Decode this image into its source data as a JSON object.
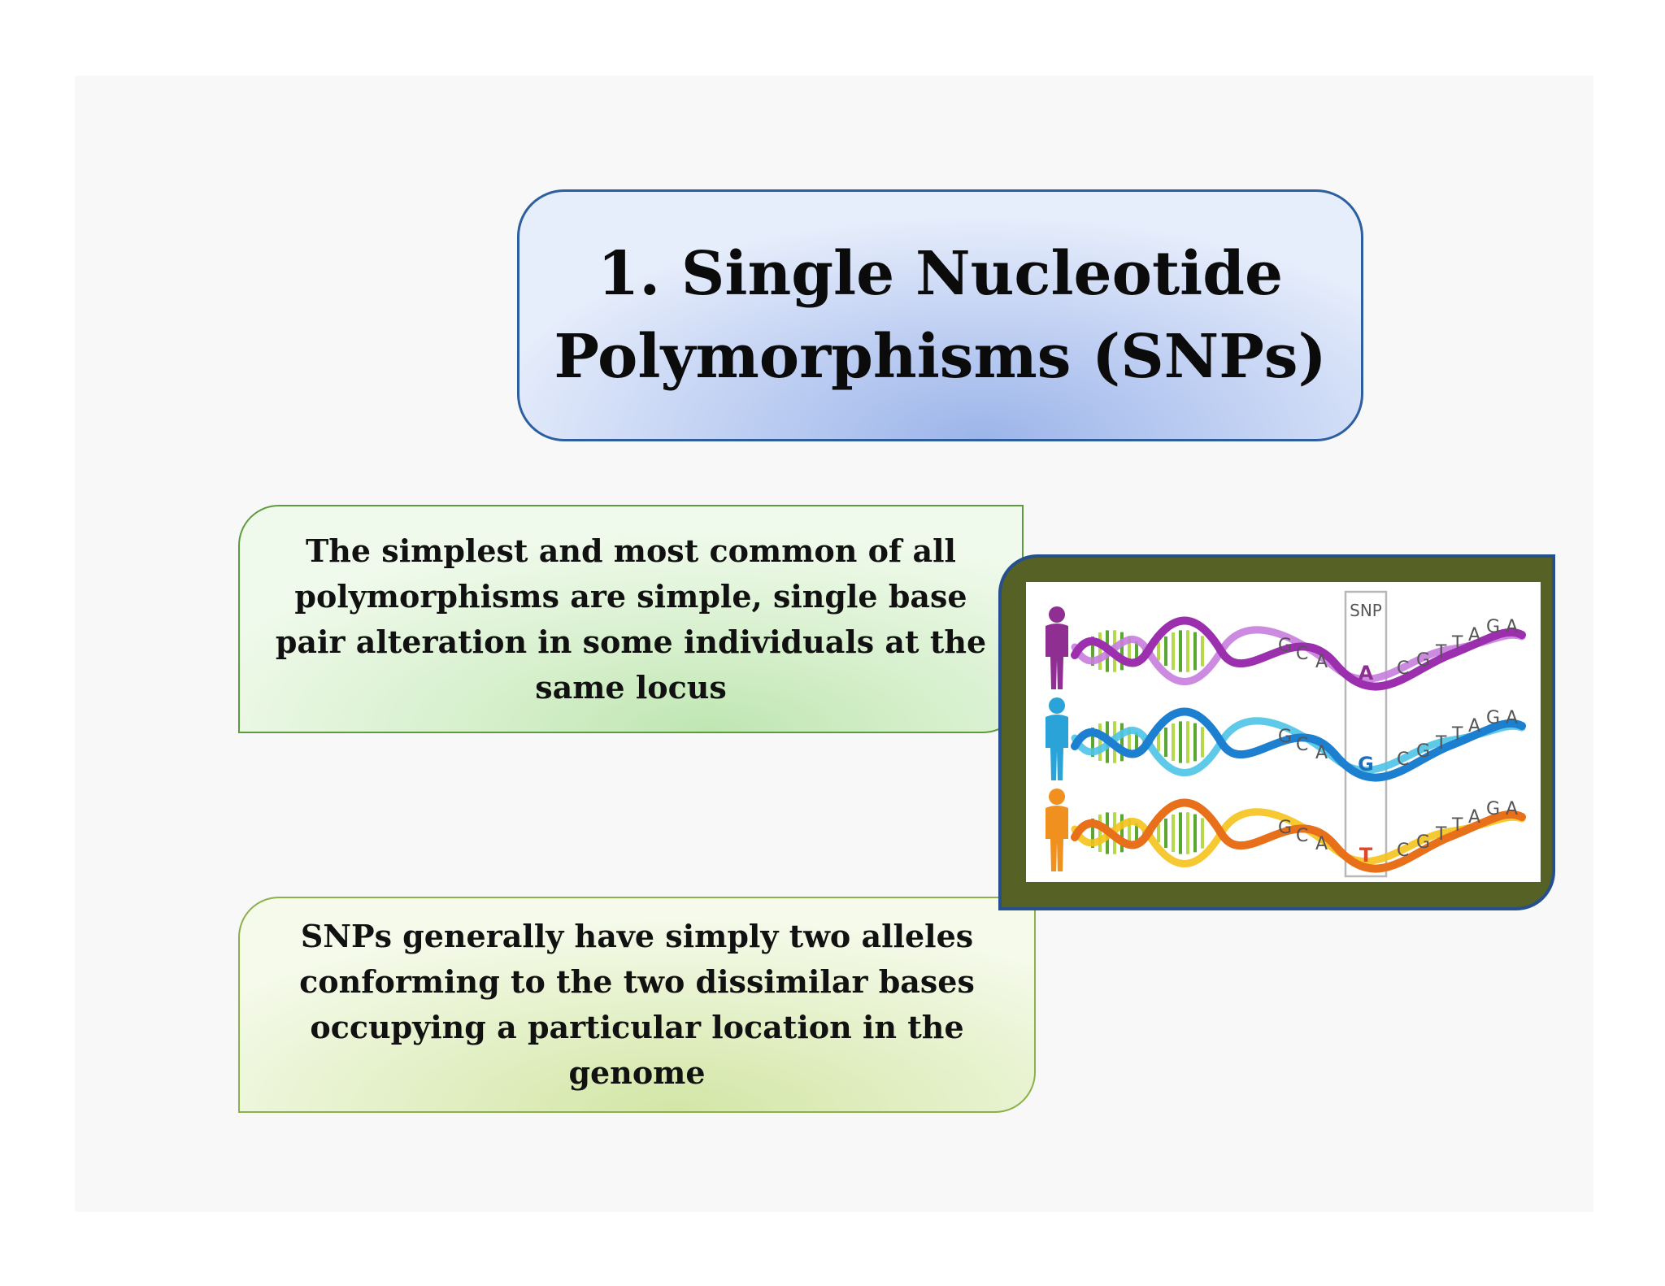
{
  "title": {
    "line1": "1. Single Nucleotide",
    "line2": "Polymorphisms (SNPs)"
  },
  "callouts": [
    {
      "lines": [
        "The simplest and most common of all",
        "polymorphisms are simple, single base",
        "pair alteration in some individuals at the",
        "same locus"
      ]
    },
    {
      "lines": [
        "SNPs generally have simply two alleles",
        "conforming to the  two dissimilar bases",
        "occupying a particular location in the",
        "genome"
      ]
    }
  ],
  "figure": {
    "snp_label": "SNP",
    "rows": [
      {
        "prefix": [
          "G",
          "C",
          "A"
        ],
        "snp": "A",
        "suffix": [
          "C",
          "G",
          "T",
          "T",
          "A",
          "G",
          "A"
        ],
        "person_color": "#8e2f91",
        "helix_colors": [
          "#9b2fae",
          "#c77dde",
          "#5aa832"
        ],
        "snp_color": "#8e2f91"
      },
      {
        "prefix": [
          "G",
          "C",
          "A"
        ],
        "snp": "G",
        "suffix": [
          "C",
          "G",
          "T",
          "T",
          "A",
          "G",
          "A"
        ],
        "person_color": "#29a3d8",
        "helix_colors": [
          "#1d7fd0",
          "#4cc3e6",
          "#5aa832"
        ],
        "snp_color": "#1f6fc0"
      },
      {
        "prefix": [
          "G",
          "C",
          "A"
        ],
        "snp": "T",
        "suffix": [
          "C",
          "G",
          "T",
          "T",
          "A",
          "G",
          "A"
        ],
        "person_color": "#f0901e",
        "helix_colors": [
          "#e8701a",
          "#f5c21b",
          "#5aa832"
        ],
        "snp_color": "#e2452a"
      }
    ]
  }
}
